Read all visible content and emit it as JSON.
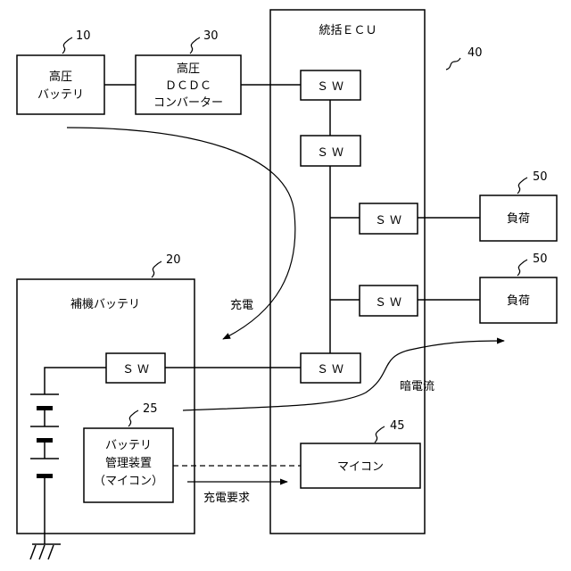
{
  "colors": {
    "line": "#000000",
    "background": "#ffffff"
  },
  "components": {
    "hv_battery": {
      "ref": "10",
      "lines": [
        "高圧",
        "バッテリ"
      ]
    },
    "dcdc": {
      "ref": "30",
      "lines": [
        "高圧",
        "ＤＣＤＣ",
        "コンバーター"
      ]
    },
    "ecu": {
      "ref": "40",
      "title": "統括ＥＣＵ"
    },
    "aux_battery": {
      "ref": "20",
      "title": "補機バッテリ"
    },
    "bms": {
      "ref": "25",
      "lines": [
        "バッテリ",
        "管理装置",
        "（マイコン）"
      ]
    },
    "microcontroller": {
      "ref": "45",
      "label": "マイコン"
    },
    "load_1": {
      "ref": "50",
      "label": "負荷"
    },
    "load_2": {
      "ref": "50",
      "label": "負荷"
    },
    "switch_label": "ＳＷ"
  },
  "annotations": {
    "charge": "充電",
    "dark_current": "暗電流",
    "charge_request": "充電要求"
  }
}
